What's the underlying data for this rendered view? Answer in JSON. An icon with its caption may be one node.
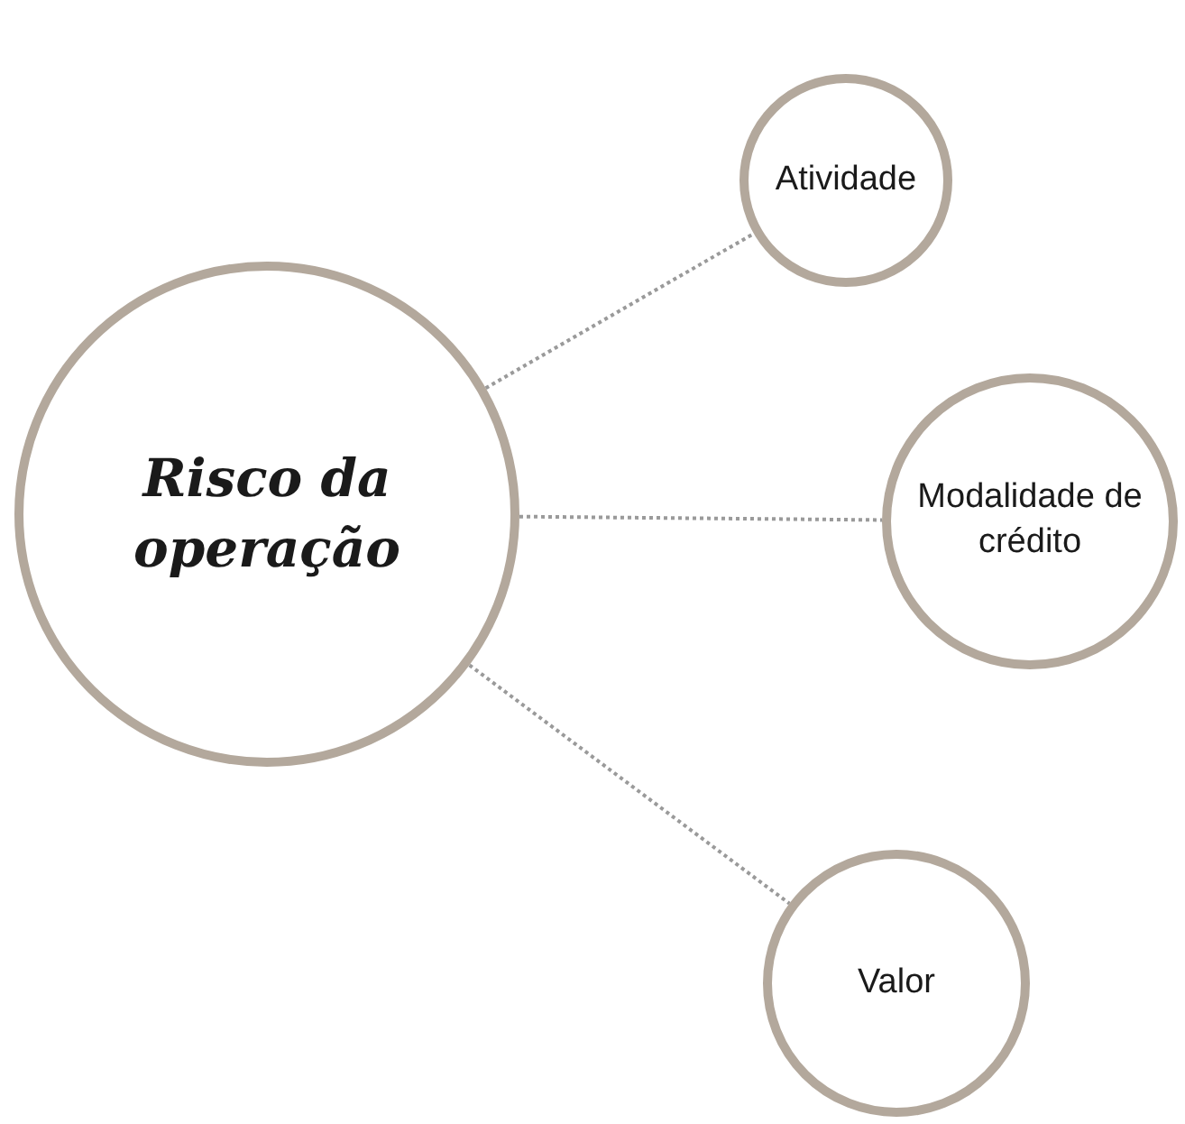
{
  "diagram": {
    "nodes": [
      {
        "text": [
          "Risco da operação"
        ]
      },
      {
        "text": [
          "Atividade"
        ]
      },
      {
        "text": [
          "Modalidade de crédito"
        ]
      },
      {
        "text": [
          "Valor"
        ]
      }
    ],
    "edges": [
      {
        "from": 0,
        "to": 1,
        "arrow": "none"
      },
      {
        "from": 0,
        "to": 2,
        "arrow": "none"
      },
      {
        "from": 0,
        "to": 3,
        "arrow": "none"
      }
    ]
  }
}
